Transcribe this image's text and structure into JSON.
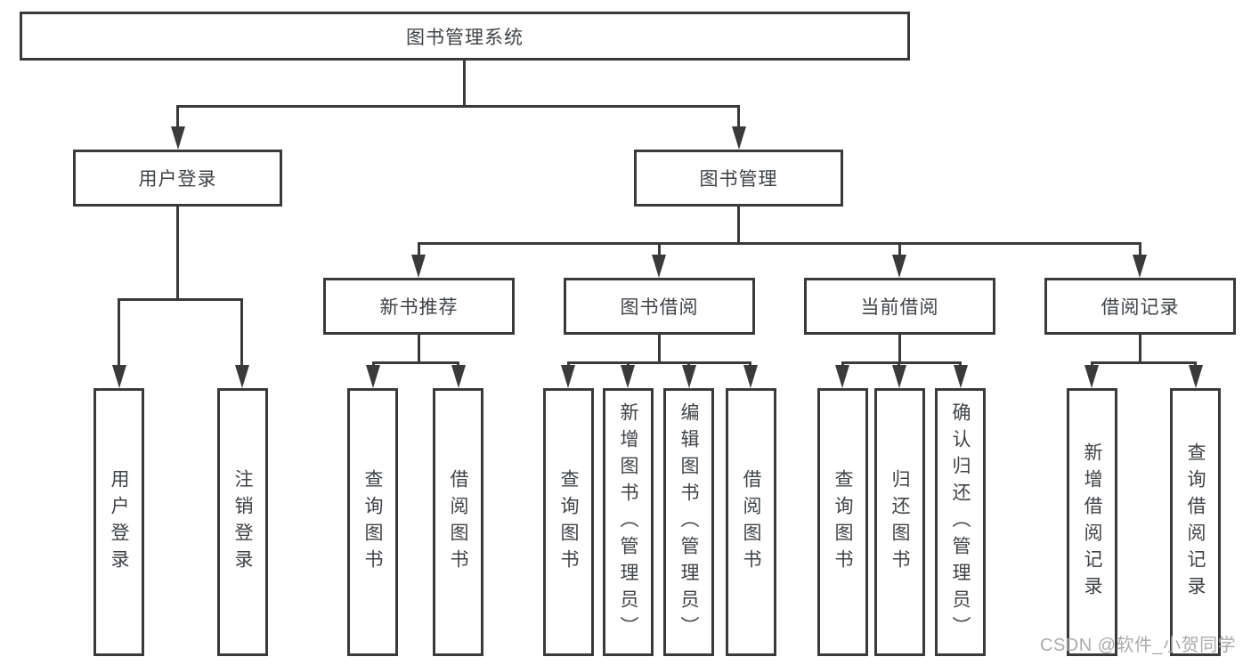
{
  "diagram": {
    "title": "图书管理系统",
    "type": "hierarchy-tree",
    "colors": {
      "line": "#3a3a3a",
      "text": "#3f4347",
      "background": "#ffffff",
      "watermark": "#ababab"
    },
    "watermark": "CSDN @软件_小贺同学"
  },
  "tree": {
    "label": "图书管理系统",
    "children": [
      {
        "label": "用户登录",
        "children": [
          {
            "label": "用户登录"
          },
          {
            "label": "注销登录"
          }
        ]
      },
      {
        "label": "图书管理",
        "children": [
          {
            "label": "新书推荐",
            "children": [
              {
                "label": "查询图书"
              },
              {
                "label": "借阅图书"
              }
            ]
          },
          {
            "label": "图书借阅",
            "children": [
              {
                "label": "查询图书"
              },
              {
                "label": "新增图书（管理员）"
              },
              {
                "label": "编辑图书（管理员）"
              },
              {
                "label": "借阅图书"
              }
            ]
          },
          {
            "label": "当前借阅",
            "children": [
              {
                "label": "查询图书"
              },
              {
                "label": "归还图书"
              },
              {
                "label": "确认归还（管理员）"
              }
            ]
          },
          {
            "label": "借阅记录",
            "children": [
              {
                "label": "新增借阅记录"
              },
              {
                "label": "查询借阅记录"
              }
            ]
          }
        ]
      }
    ]
  }
}
